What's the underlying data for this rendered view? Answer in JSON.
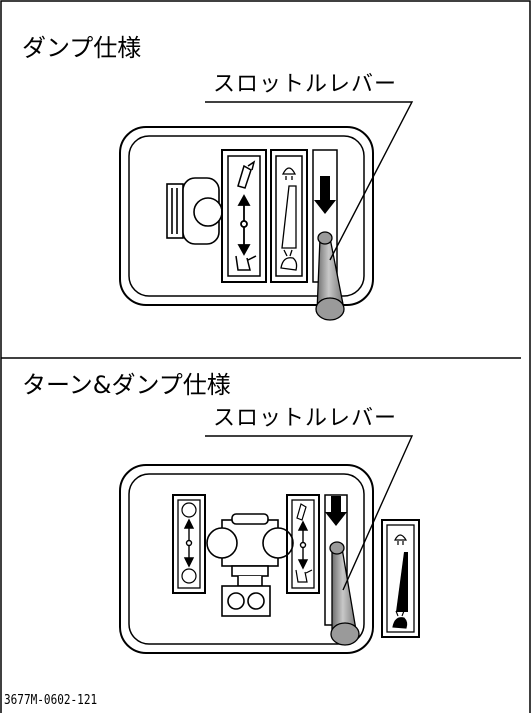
{
  "sections": [
    {
      "title": "ダンプ仕様",
      "leader_label": "スロットルレバー"
    },
    {
      "title": "ターン&ダンプ仕様",
      "leader_label": "スロットルレバー"
    }
  ],
  "figure_code": "3677M-0602-121",
  "icons": [
    "dump-up-icon",
    "dump-down-icon",
    "turtle-slow-icon",
    "rabbit-fast-icon",
    "circle-icon",
    "down-arrow-icon"
  ],
  "colors": {
    "line": "#000000",
    "background": "#ffffff",
    "lever_fill": "#9a9a9a"
  }
}
